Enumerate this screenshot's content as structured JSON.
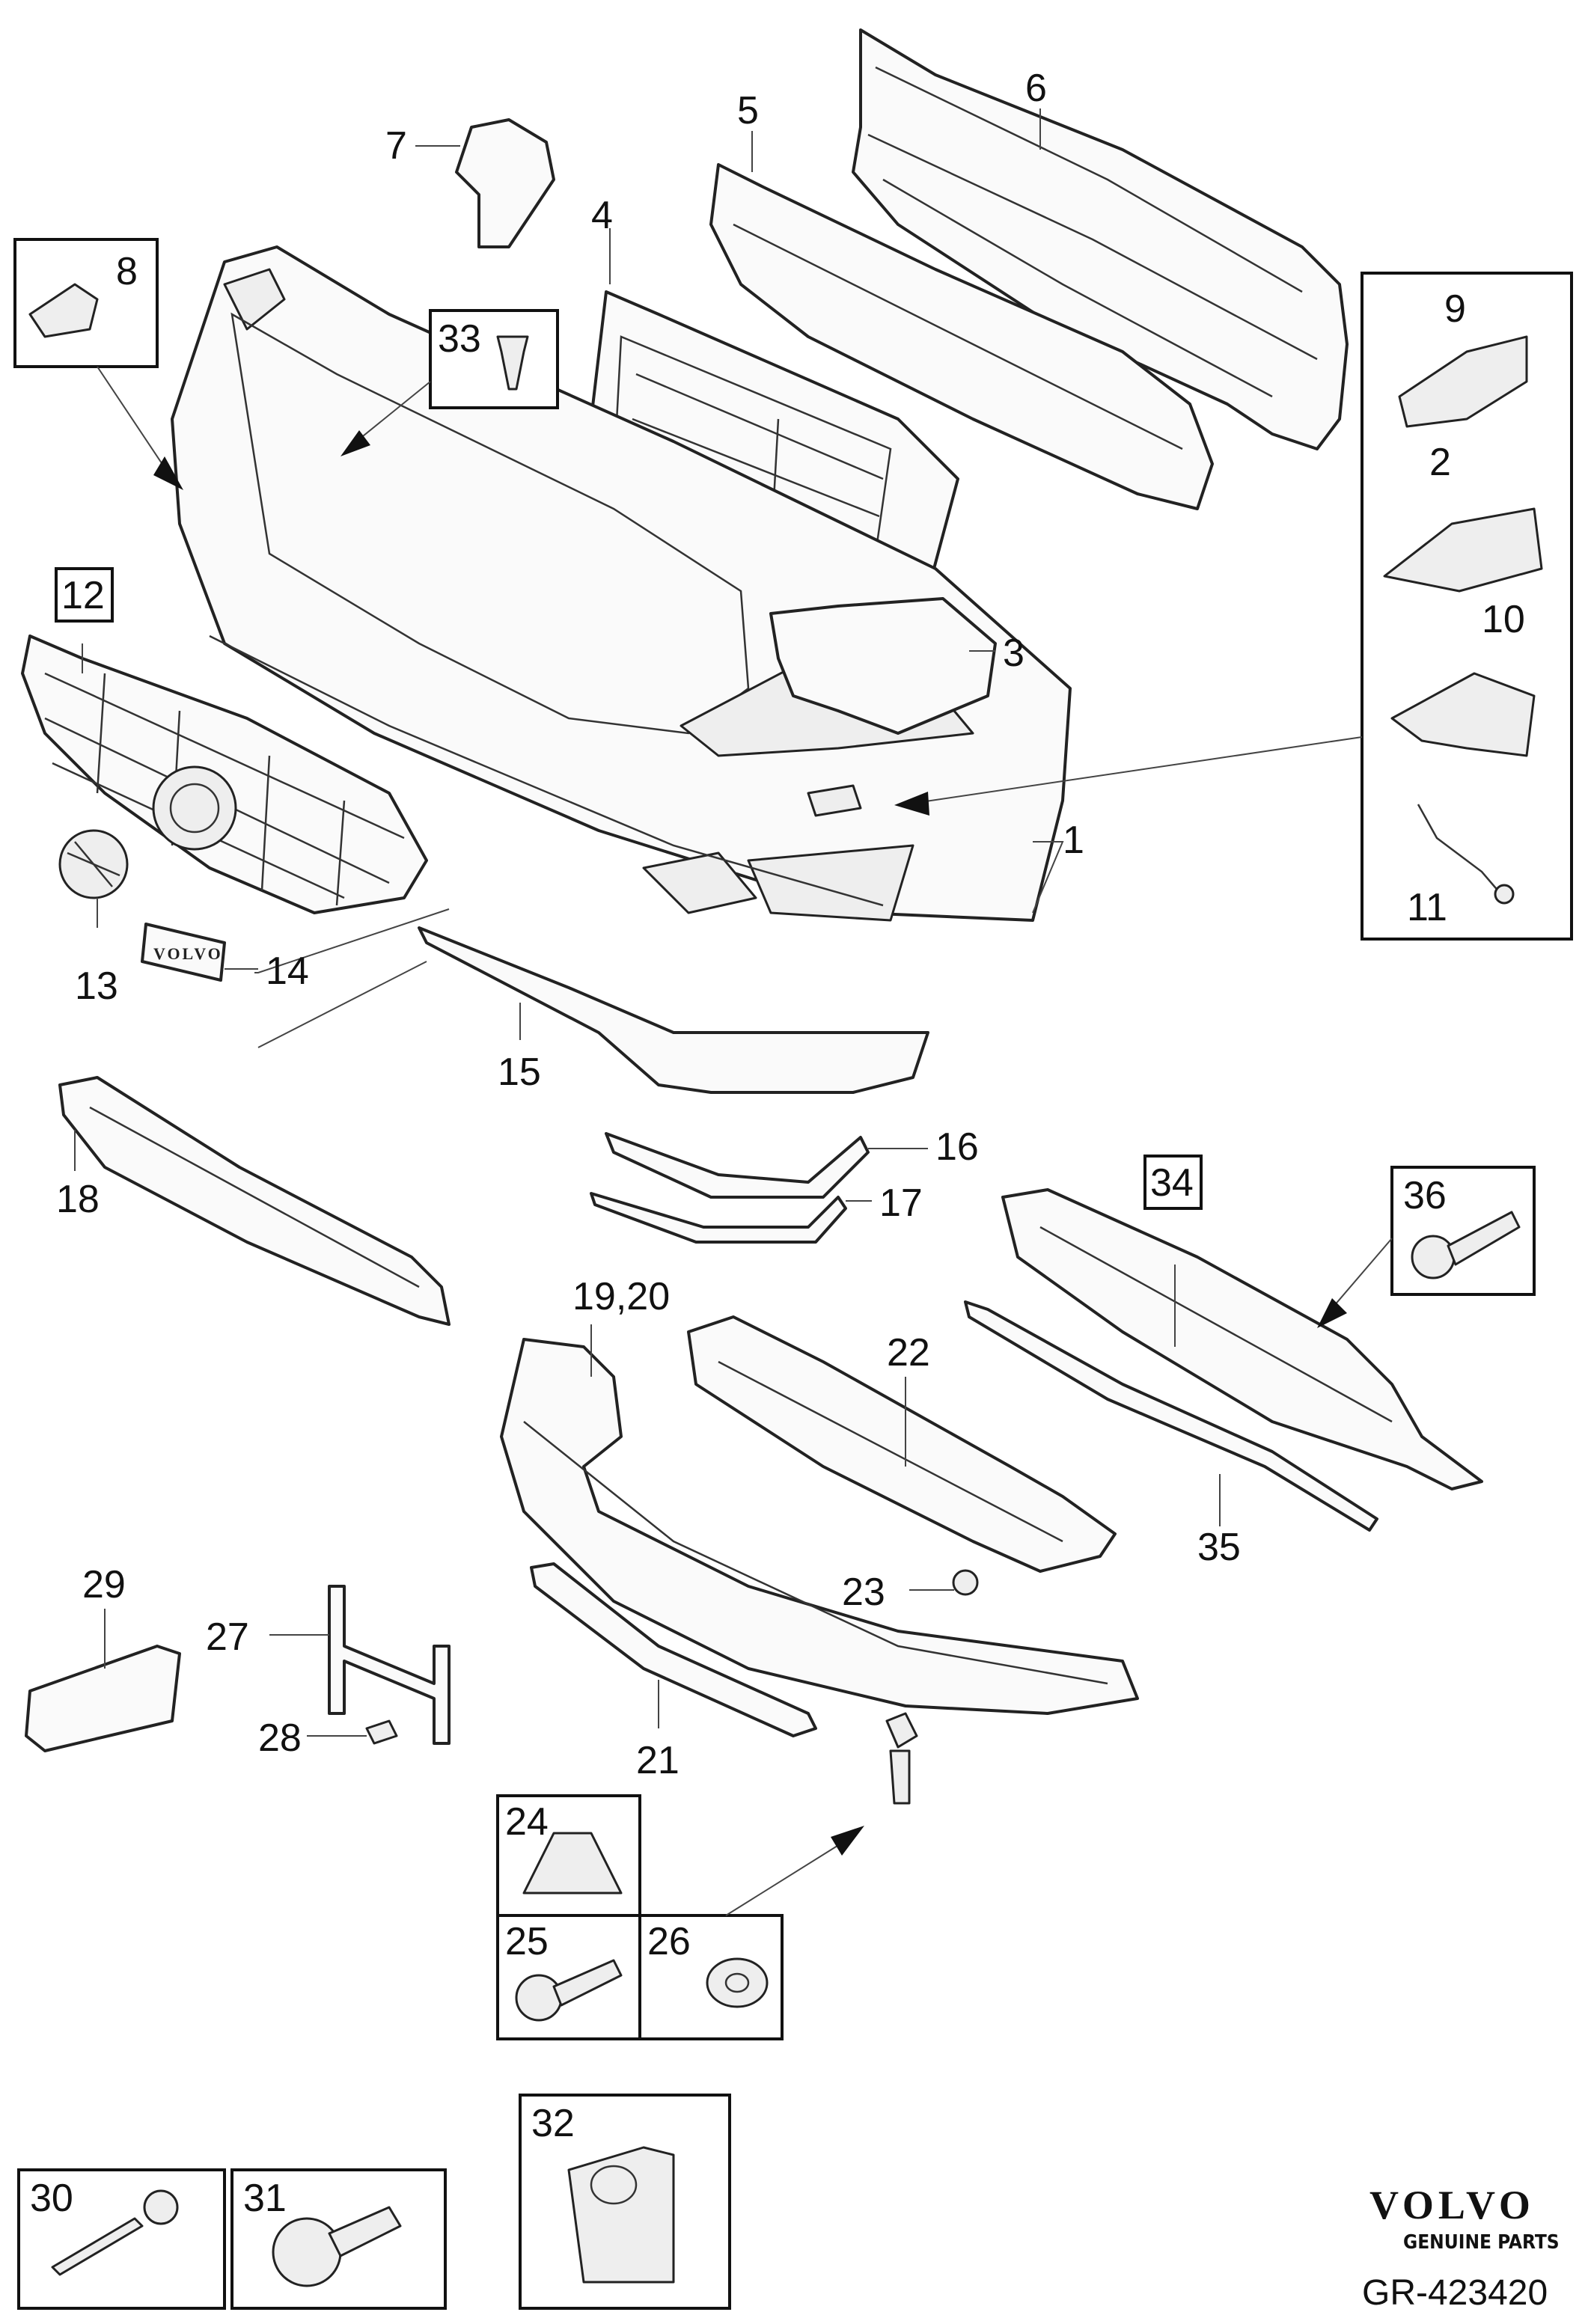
{
  "diagram": {
    "part_labels": {
      "p1": "1",
      "p2": "2",
      "p3": "3",
      "p4": "4",
      "p5": "5",
      "p6": "6",
      "p7": "7",
      "p8": "8",
      "p9": "9",
      "p10": "10",
      "p11": "11",
      "p12": "12",
      "p13": "13",
      "p14": "14",
      "p15": "15",
      "p16": "16",
      "p17": "17",
      "p18": "18",
      "p19_20": "19,20",
      "p21": "21",
      "p22": "22",
      "p23": "23",
      "p24": "24",
      "p25": "25",
      "p26": "26",
      "p27": "27",
      "p28": "28",
      "p29": "29",
      "p30": "30",
      "p31": "31",
      "p32": "32",
      "p33": "33",
      "p34": "34",
      "p35": "35",
      "p36": "36"
    },
    "emblem_text": "VOLVO",
    "brand": {
      "name": "VOLVO",
      "tagline": "GENUINE PARTS"
    },
    "reference": "GR-423420"
  }
}
